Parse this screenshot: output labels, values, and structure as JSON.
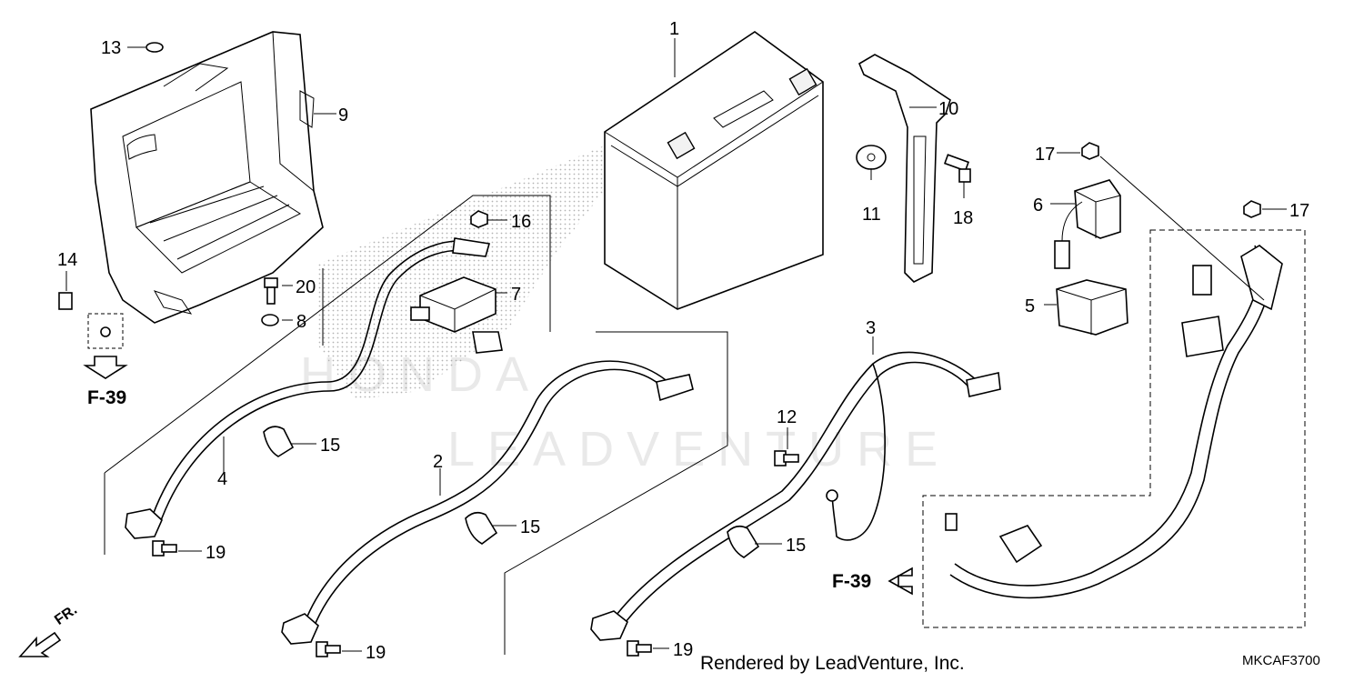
{
  "watermark": {
    "brand": "HONDA",
    "vendor": "LEADVENTURE"
  },
  "callouts": [
    {
      "id": "c1",
      "text": "1"
    },
    {
      "id": "c2",
      "text": "2"
    },
    {
      "id": "c3",
      "text": "3"
    },
    {
      "id": "c4",
      "text": "4"
    },
    {
      "id": "c5",
      "text": "5"
    },
    {
      "id": "c6",
      "text": "6"
    },
    {
      "id": "c7",
      "text": "7"
    },
    {
      "id": "c8",
      "text": "8"
    },
    {
      "id": "c9",
      "text": "9"
    },
    {
      "id": "c10",
      "text": "10"
    },
    {
      "id": "c11",
      "text": "11"
    },
    {
      "id": "c12",
      "text": "12"
    },
    {
      "id": "c13",
      "text": "13"
    },
    {
      "id": "c14",
      "text": "14"
    },
    {
      "id": "c15a",
      "text": "15"
    },
    {
      "id": "c15b",
      "text": "15"
    },
    {
      "id": "c15c",
      "text": "15"
    },
    {
      "id": "c16",
      "text": "16"
    },
    {
      "id": "c17a",
      "text": "17"
    },
    {
      "id": "c17b",
      "text": "17"
    },
    {
      "id": "c18",
      "text": "18"
    },
    {
      "id": "c19a",
      "text": "19"
    },
    {
      "id": "c19b",
      "text": "19"
    },
    {
      "id": "c19c",
      "text": "19"
    },
    {
      "id": "c20",
      "text": "20"
    }
  ],
  "references": {
    "left": "F-39",
    "right": "F-39"
  },
  "direction_label": "FR.",
  "footer": {
    "credit": "Rendered by LeadVenture, Inc.",
    "diagram_code": "MKCAF3700"
  }
}
